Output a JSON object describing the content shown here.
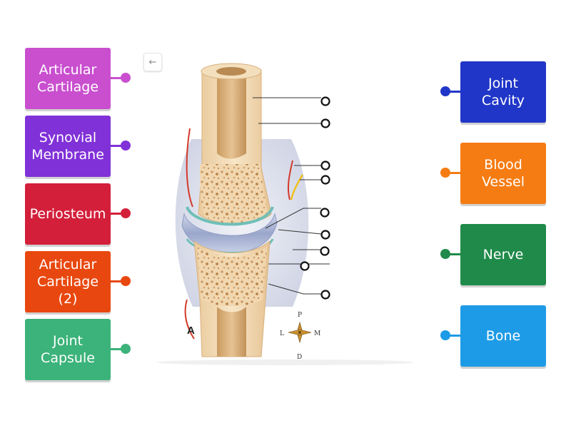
{
  "left_labels": [
    {
      "text": "Articular\nCartilage",
      "color": "#c94fcf"
    },
    {
      "text": "Synovial\nMembrane",
      "color": "#8131d8"
    },
    {
      "text": "Periosteum",
      "color": "#d31f3a"
    },
    {
      "text": "Articular\nCartilage\n(2)",
      "color": "#e8480f"
    },
    {
      "text": "Joint\nCapsule",
      "color": "#3bb37a"
    }
  ],
  "right_labels": [
    {
      "text": "Joint\nCavity",
      "color": "#2036c8"
    },
    {
      "text": "Blood\nVessel",
      "color": "#f57c12"
    },
    {
      "text": "Nerve",
      "color": "#1f8a49"
    },
    {
      "text": "Bone",
      "color": "#1e9be6"
    }
  ],
  "back_button": {
    "glyph": "←"
  },
  "diagram": {
    "figure_letter": "A",
    "compass": {
      "top": "P",
      "left": "L",
      "right": "M",
      "bottom": "D"
    }
  }
}
